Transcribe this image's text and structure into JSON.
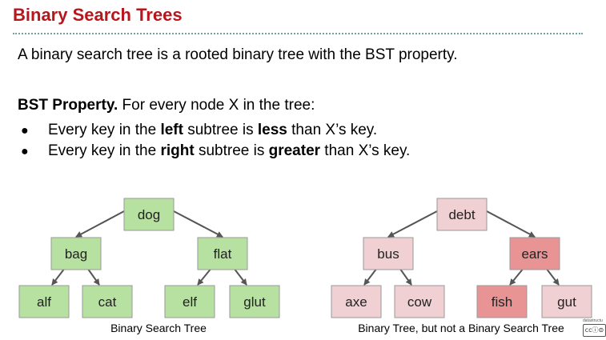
{
  "slide": {
    "title": "Binary Search Trees",
    "intro": "A binary search tree is a rooted binary tree with the BST property.",
    "property_heading": "BST Property.",
    "property_text": " For every node X in the tree:",
    "bullets": [
      {
        "pre": "Every key in the ",
        "bold1": "left",
        "mid": " subtree is ",
        "bold2": "less",
        "post": " than X’s key."
      },
      {
        "pre": "Every key in the ",
        "bold1": "right",
        "mid": " subtree is ",
        "bold2": "greater",
        "post": " than X’s key."
      }
    ],
    "bullet_symbol": "●"
  },
  "trees": [
    {
      "caption": "Binary Search Tree",
      "nodes": {
        "root": "dog",
        "l": "bag",
        "r": "flat",
        "ll": "alf",
        "lr": "cat",
        "rl": "elf",
        "rr": "glut"
      },
      "colors": {
        "root": "#b7e1a1",
        "l": "#b7e1a1",
        "r": "#b7e1a1",
        "ll": "#b7e1a1",
        "lr": "#b7e1a1",
        "rl": "#b7e1a1",
        "rr": "#b7e1a1"
      }
    },
    {
      "caption": "Binary Tree, but not a Binary Search Tree",
      "nodes": {
        "root": "debt",
        "l": "bus",
        "r": "ears",
        "ll": "axe",
        "lr": "cow",
        "rl": "fish",
        "rr": "gut"
      },
      "colors": {
        "root": "#f1d0d3",
        "l": "#f1d0d3",
        "r": "#e89394",
        "ll": "#f1d0d3",
        "lr": "#f1d0d3",
        "rl": "#e89394",
        "rr": "#f1d0d3"
      }
    }
  ],
  "style": {
    "title_color": "#b8161c",
    "node_border": "#999999",
    "edge_color": "#555555"
  },
  "footer": {
    "badge_top": "datastructu",
    "badge": "ccⓘ⊜"
  }
}
